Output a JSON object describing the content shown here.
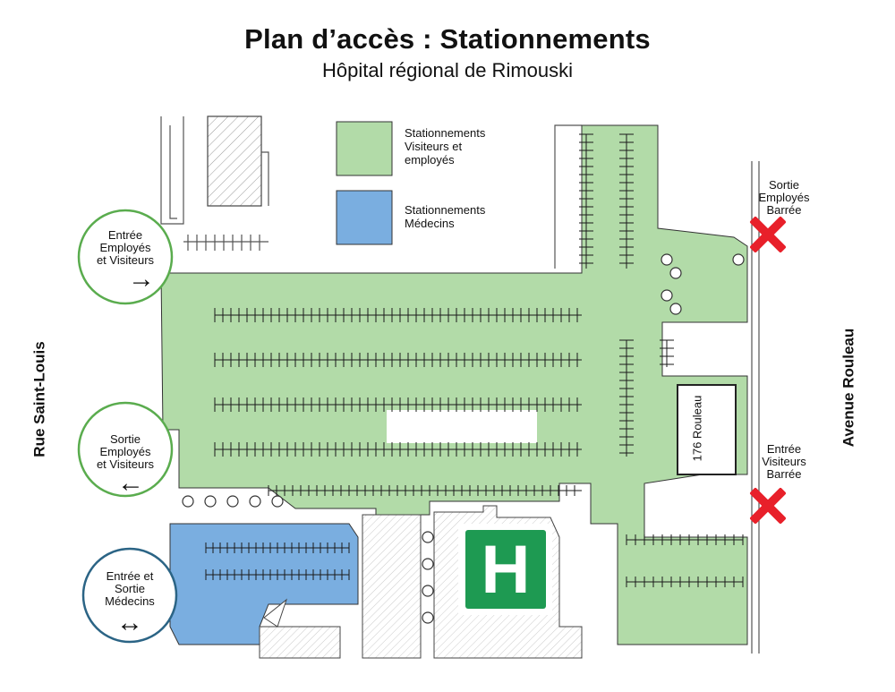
{
  "header": {
    "title": "Plan d’accès : Stationnements",
    "subtitle": "Hôpital régional de Rimouski"
  },
  "legend": {
    "visitors": {
      "label_line1": "Stationnements",
      "label_line2": "Visiteurs et",
      "label_line3": "employés",
      "color": "#b2dba8"
    },
    "doctors": {
      "label_line1": "Stationnements",
      "label_line2": "Médecins",
      "color": "#7aaee0"
    }
  },
  "entrances": {
    "entry_staff_visitors": {
      "line1": "Entrée",
      "line2": "Employés",
      "line3": "et Visiteurs",
      "arrow": "→",
      "ring_color": "#5aac4e"
    },
    "exit_staff_visitors": {
      "line1": "Sortie",
      "line2": "Employés",
      "line3": "et Visiteurs",
      "arrow": "←",
      "ring_color": "#5aac4e"
    },
    "doctors": {
      "line1": "Entrée et",
      "line2": "Sortie",
      "line3": "Médecins",
      "arrow": "↔",
      "ring_color": "#2b6485"
    }
  },
  "signs": {
    "exit_staff_blocked": {
      "line1": "Sortie",
      "line2": "Employés",
      "line3": "Barrée"
    },
    "entry_visitors_blocked": {
      "line1": "Entrée",
      "line2": "Visiteurs",
      "line3": "Barrée"
    }
  },
  "streets": {
    "left": "Rue Saint-Louis",
    "right": "Avenue Rouleau"
  },
  "buildings": {
    "rouleau": "176 Rouleau"
  },
  "hospital_symbol": "H",
  "colors": {
    "parking_green": "#b2dba8",
    "parking_blue": "#7aaee0",
    "hospital_green": "#1e9a52",
    "blocked_red": "#e8202a",
    "marking": "#1a1a1a"
  }
}
